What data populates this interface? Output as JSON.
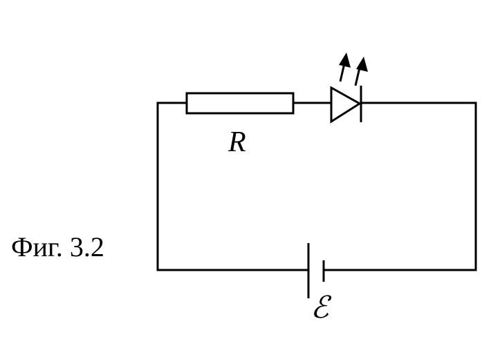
{
  "figure_caption": "Фиг. 3.2",
  "components": {
    "resistor_label": "R",
    "source_label": "ℰ"
  },
  "colors": {
    "stroke": "#000000",
    "background": "#ffffff"
  },
  "icons": {
    "led": "led-diode-icon",
    "battery": "battery-cell-icon",
    "resistor": "resistor-icon"
  }
}
